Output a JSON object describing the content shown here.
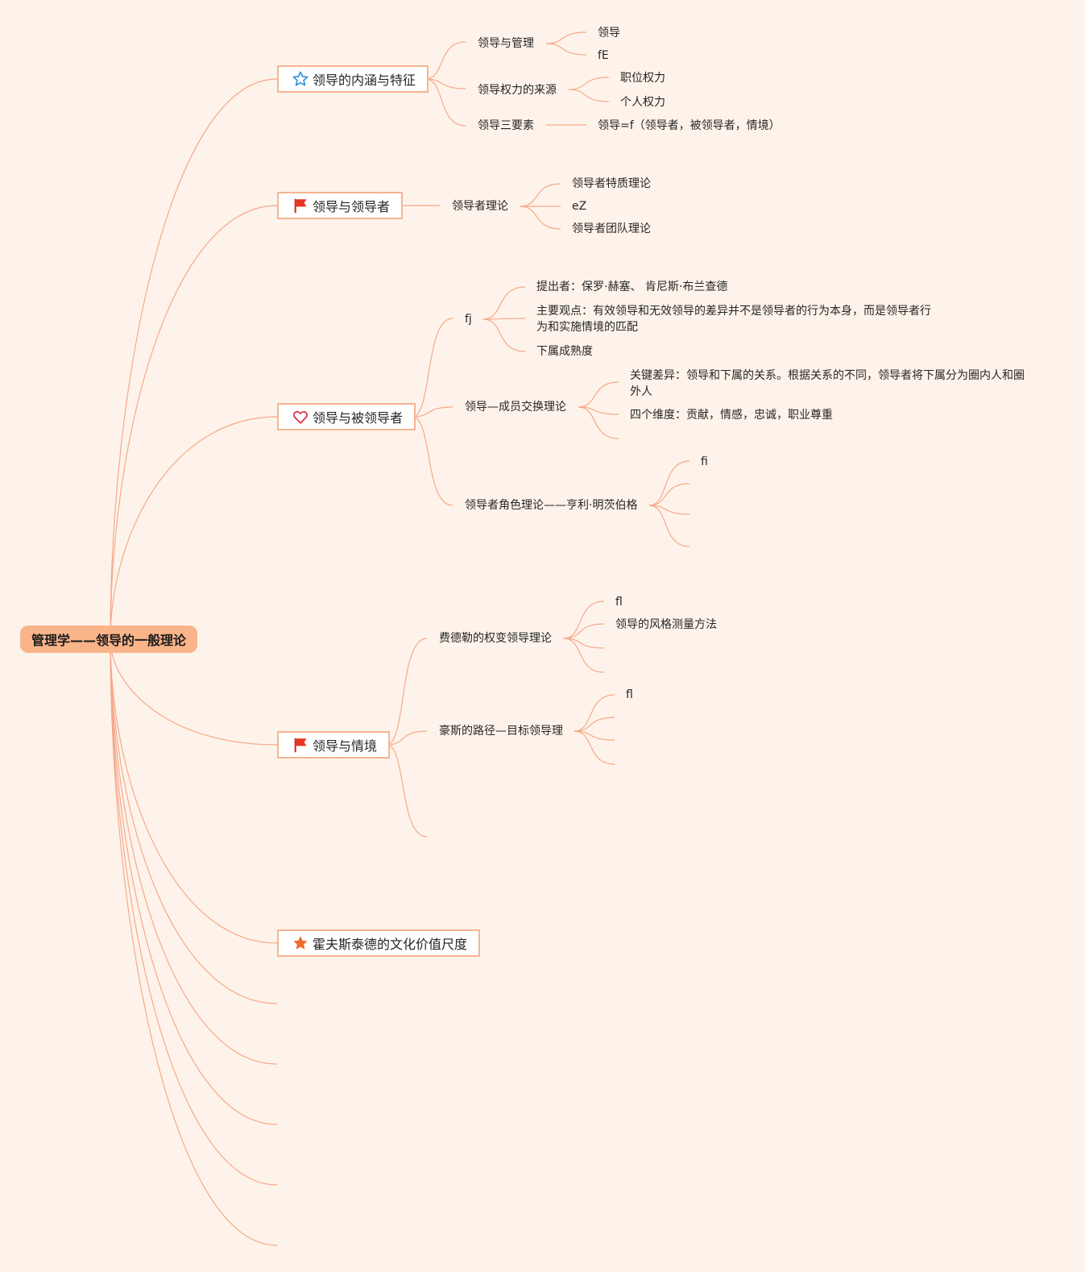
{
  "colors": {
    "background": "#fef3ea",
    "line": "#f5a98a",
    "root_fill": "#f9b48a",
    "box_border": "#f6b493"
  },
  "root": {
    "label": "管理学——领导的一般理论"
  },
  "branches": {
    "b1": {
      "label": "领导的内涵与特征",
      "icon": "star-outline-icon",
      "c1": {
        "label": "领导与管理",
        "l1": "领导",
        "l2": "fE"
      },
      "c2": {
        "label": "领导权力的来源",
        "l1": "职位权力",
        "l2": "个人权力"
      },
      "c3": {
        "label": "领导三要素",
        "l1": "领导=f（领导者，被领导者，情境）"
      }
    },
    "b2": {
      "label": "领导与领导者",
      "icon": "red-flag-icon",
      "c1": {
        "label": "领导者理论",
        "l1": "领导者特质理论",
        "l2": "eZ",
        "l3": "领导者团队理论"
      }
    },
    "b3": {
      "label": "领导与被领导者",
      "icon": "heart-outline-icon",
      "c1": {
        "label": "fj",
        "l1": "提出者：保罗·赫塞、 肯尼斯·布兰查德",
        "l2": "主要观点：有效领导和无效领导的差异并不是领导者的行为本身，而是领导者行为和实施情境的匹配",
        "l3": "下属成熟度"
      },
      "c2": {
        "label": "领导—成员交换理论",
        "l1": "关键差异：领导和下属的关系。根据关系的不同，领导者将下属分为圈内人和圈外人",
        "l2": "四个维度：贡献，情感，忠诚，职业尊重"
      },
      "c3": {
        "label": "领导者角色理论——亨利·明茨伯格",
        "l1": "fi"
      }
    },
    "b4": {
      "label": "领导与情境",
      "icon": "red-flag-icon",
      "c1": {
        "label": "费德勒的权变领导理论",
        "l1": "fl",
        "l2": "领导的风格测量方法"
      },
      "c2": {
        "label": "豪斯的路径—目标领导理",
        "l1": "fl"
      }
    },
    "b5": {
      "label": "霍夫斯泰德的文化价值尺度",
      "icon": "orange-star-icon"
    }
  }
}
